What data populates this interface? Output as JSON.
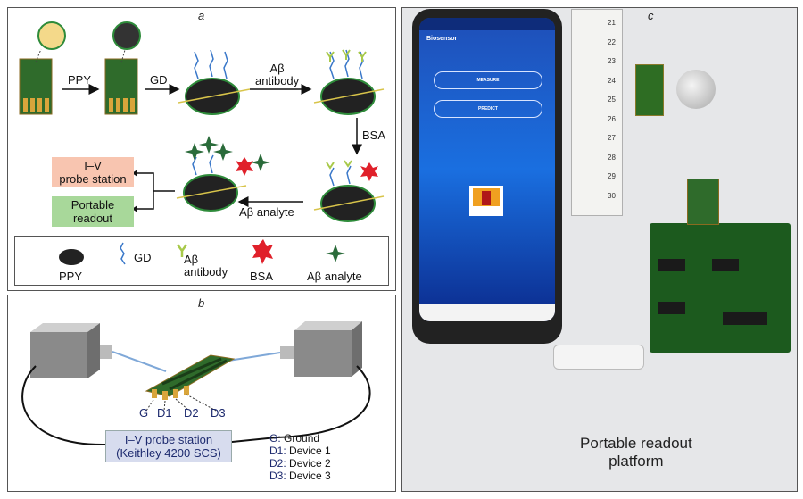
{
  "panel_a": {
    "label": "a",
    "step_ppy": "PPY",
    "step_gd": "GD",
    "step_antibody": "Aβ\nantibody",
    "step_bsa": "BSA",
    "step_analyte": "Aβ analyte",
    "iv_box": "I–V\nprobe station",
    "portable_box": "Portable\nreadout",
    "legend": {
      "ppy": "PPY",
      "gd": "GD",
      "antibody": "Aβ\nantibody",
      "bsa": "BSA",
      "analyte": "Aβ analyte"
    }
  },
  "panel_b": {
    "label": "b",
    "pins": [
      "G",
      "D1",
      "D2",
      "D3"
    ],
    "station": "I–V probe station\n(Keithley 4200 SCS)",
    "key": [
      {
        "code": "G:",
        "text": "Ground"
      },
      {
        "code": "D1:",
        "text": "Device 1"
      },
      {
        "code": "D2:",
        "text": "Device 2"
      },
      {
        "code": "D3:",
        "text": "Device 3"
      }
    ]
  },
  "panel_c": {
    "label": "c",
    "app_title": "Biosensor",
    "measure_button": "MEASURE",
    "predict_button": "PREDICT",
    "ruler_ticks": [
      "21",
      "22",
      "23",
      "24",
      "25",
      "26",
      "27",
      "28",
      "29",
      "30"
    ],
    "caption": "Portable readout\nplatform"
  },
  "colors": {
    "iv_box_fill": "#f8c5b0",
    "portable_box_fill": "#a8d89a",
    "station_box_fill": "#d7dcee",
    "navy_text": "#1d2a6e",
    "gd_blue": "#3a78c9",
    "antibody_green": "#a8c94a",
    "bsa_red": "#e0202a",
    "analyte_green": "#2a6b3a"
  }
}
